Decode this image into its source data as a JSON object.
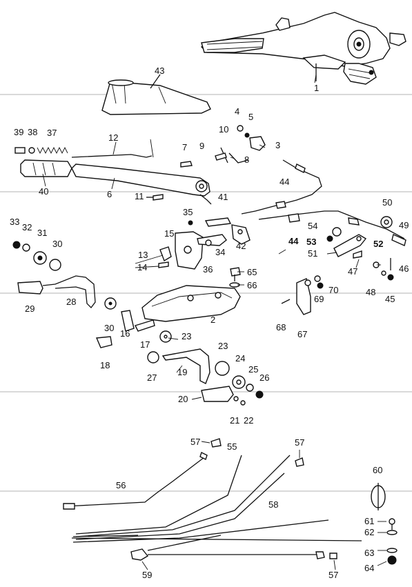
{
  "diagram": {
    "callouts": [
      {
        "id": "p1",
        "text": "1"
      },
      {
        "id": "p2",
        "text": "2"
      },
      {
        "id": "p3",
        "text": "3"
      },
      {
        "id": "p4",
        "text": "4"
      },
      {
        "id": "p5",
        "text": "5"
      },
      {
        "id": "p6",
        "text": "6"
      },
      {
        "id": "p7",
        "text": "7"
      },
      {
        "id": "p8",
        "text": "8"
      },
      {
        "id": "p9",
        "text": "9"
      },
      {
        "id": "p10",
        "text": "10"
      },
      {
        "id": "p11",
        "text": "11"
      },
      {
        "id": "p12",
        "text": "12"
      },
      {
        "id": "p13",
        "text": "13"
      },
      {
        "id": "p14",
        "text": "14"
      },
      {
        "id": "p15",
        "text": "15"
      },
      {
        "id": "p16",
        "text": "16"
      },
      {
        "id": "p17",
        "text": "17"
      },
      {
        "id": "p18",
        "text": "18"
      },
      {
        "id": "p19",
        "text": "19"
      },
      {
        "id": "p20",
        "text": "20"
      },
      {
        "id": "p21",
        "text": "21"
      },
      {
        "id": "p22",
        "text": "22"
      },
      {
        "id": "p23a",
        "text": "23"
      },
      {
        "id": "p23b",
        "text": "23"
      },
      {
        "id": "p24",
        "text": "24"
      },
      {
        "id": "p25",
        "text": "25"
      },
      {
        "id": "p26",
        "text": "26"
      },
      {
        "id": "p27",
        "text": "27"
      },
      {
        "id": "p28",
        "text": "28"
      },
      {
        "id": "p29",
        "text": "29"
      },
      {
        "id": "p30a",
        "text": "30"
      },
      {
        "id": "p30b",
        "text": "30"
      },
      {
        "id": "p31",
        "text": "31"
      },
      {
        "id": "p32",
        "text": "32"
      },
      {
        "id": "p33",
        "text": "33"
      },
      {
        "id": "p34",
        "text": "34"
      },
      {
        "id": "p35",
        "text": "35"
      },
      {
        "id": "p36",
        "text": "36"
      },
      {
        "id": "p37",
        "text": "37"
      },
      {
        "id": "p38",
        "text": "38"
      },
      {
        "id": "p39",
        "text": "39"
      },
      {
        "id": "p40",
        "text": "40"
      },
      {
        "id": "p41",
        "text": "41"
      },
      {
        "id": "p42",
        "text": "42"
      },
      {
        "id": "p43",
        "text": "43"
      },
      {
        "id": "p44a",
        "text": "44"
      },
      {
        "id": "p44b",
        "text": "44"
      },
      {
        "id": "p45",
        "text": "45"
      },
      {
        "id": "p46",
        "text": "46"
      },
      {
        "id": "p47",
        "text": "47"
      },
      {
        "id": "p48",
        "text": "48"
      },
      {
        "id": "p49",
        "text": "49"
      },
      {
        "id": "p50",
        "text": "50"
      },
      {
        "id": "p51",
        "text": "51"
      },
      {
        "id": "p52",
        "text": "52"
      },
      {
        "id": "p53",
        "text": "53"
      },
      {
        "id": "p54",
        "text": "54"
      },
      {
        "id": "p55",
        "text": "55"
      },
      {
        "id": "p56",
        "text": "56"
      },
      {
        "id": "p57a",
        "text": "57"
      },
      {
        "id": "p57b",
        "text": "57"
      },
      {
        "id": "p57c",
        "text": "57"
      },
      {
        "id": "p58",
        "text": "58"
      },
      {
        "id": "p59",
        "text": "59"
      },
      {
        "id": "p60",
        "text": "60"
      },
      {
        "id": "p61",
        "text": "61"
      },
      {
        "id": "p62",
        "text": "62"
      },
      {
        "id": "p63",
        "text": "63"
      },
      {
        "id": "p64",
        "text": "64"
      },
      {
        "id": "p65",
        "text": "65"
      },
      {
        "id": "p66",
        "text": "66"
      },
      {
        "id": "p67",
        "text": "67"
      },
      {
        "id": "p68",
        "text": "68"
      },
      {
        "id": "p69",
        "text": "69"
      },
      {
        "id": "p70",
        "text": "70"
      }
    ]
  }
}
